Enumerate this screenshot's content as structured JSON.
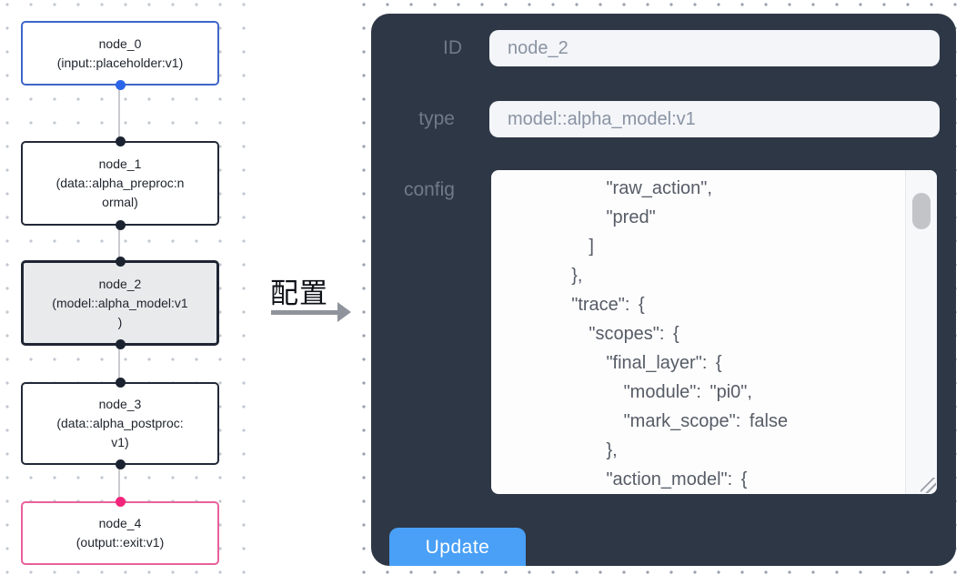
{
  "canvas": {
    "nodes": [
      {
        "id": "node_0",
        "label": "node_0\n(input::placeholder:v1)"
      },
      {
        "id": "node_1",
        "label": "node_1\n(data::alpha_preproc:n\normal)"
      },
      {
        "id": "node_2",
        "label": "node_2\n(model::alpha_model:v1\n)"
      },
      {
        "id": "node_3",
        "label": "node_3\n(data::alpha_postproc:\nv1)"
      },
      {
        "id": "node_4",
        "label": "node_4\n(output::exit:v1)"
      }
    ],
    "colors": {
      "input_node_border": "#3f66c8",
      "default_node_border": "#222937",
      "selected_node_fill": "#e9eaec",
      "output_node_border": "#e8619b",
      "input_port": "#2b64e9",
      "default_port": "#1c2330",
      "output_port": "#f2247b",
      "edge": "#c9cbce"
    }
  },
  "transition": {
    "label": "配置"
  },
  "panel": {
    "background": "#2e3745",
    "id_label": "ID",
    "id_value": "node_2",
    "type_label": "type",
    "type_value": "model::alpha_model:v1",
    "config_label": "config",
    "config_text": "        \"raw_action\",\n        \"pred\"\n      ]\n    },\n    \"trace\": {\n      \"scopes\": {\n        \"final_layer\": {\n          \"module\": \"pi0\",\n          \"mark_scope\": false\n        },\n        \"action_model\": {",
    "update_label": "Update",
    "update_color": "#49a0f6"
  }
}
